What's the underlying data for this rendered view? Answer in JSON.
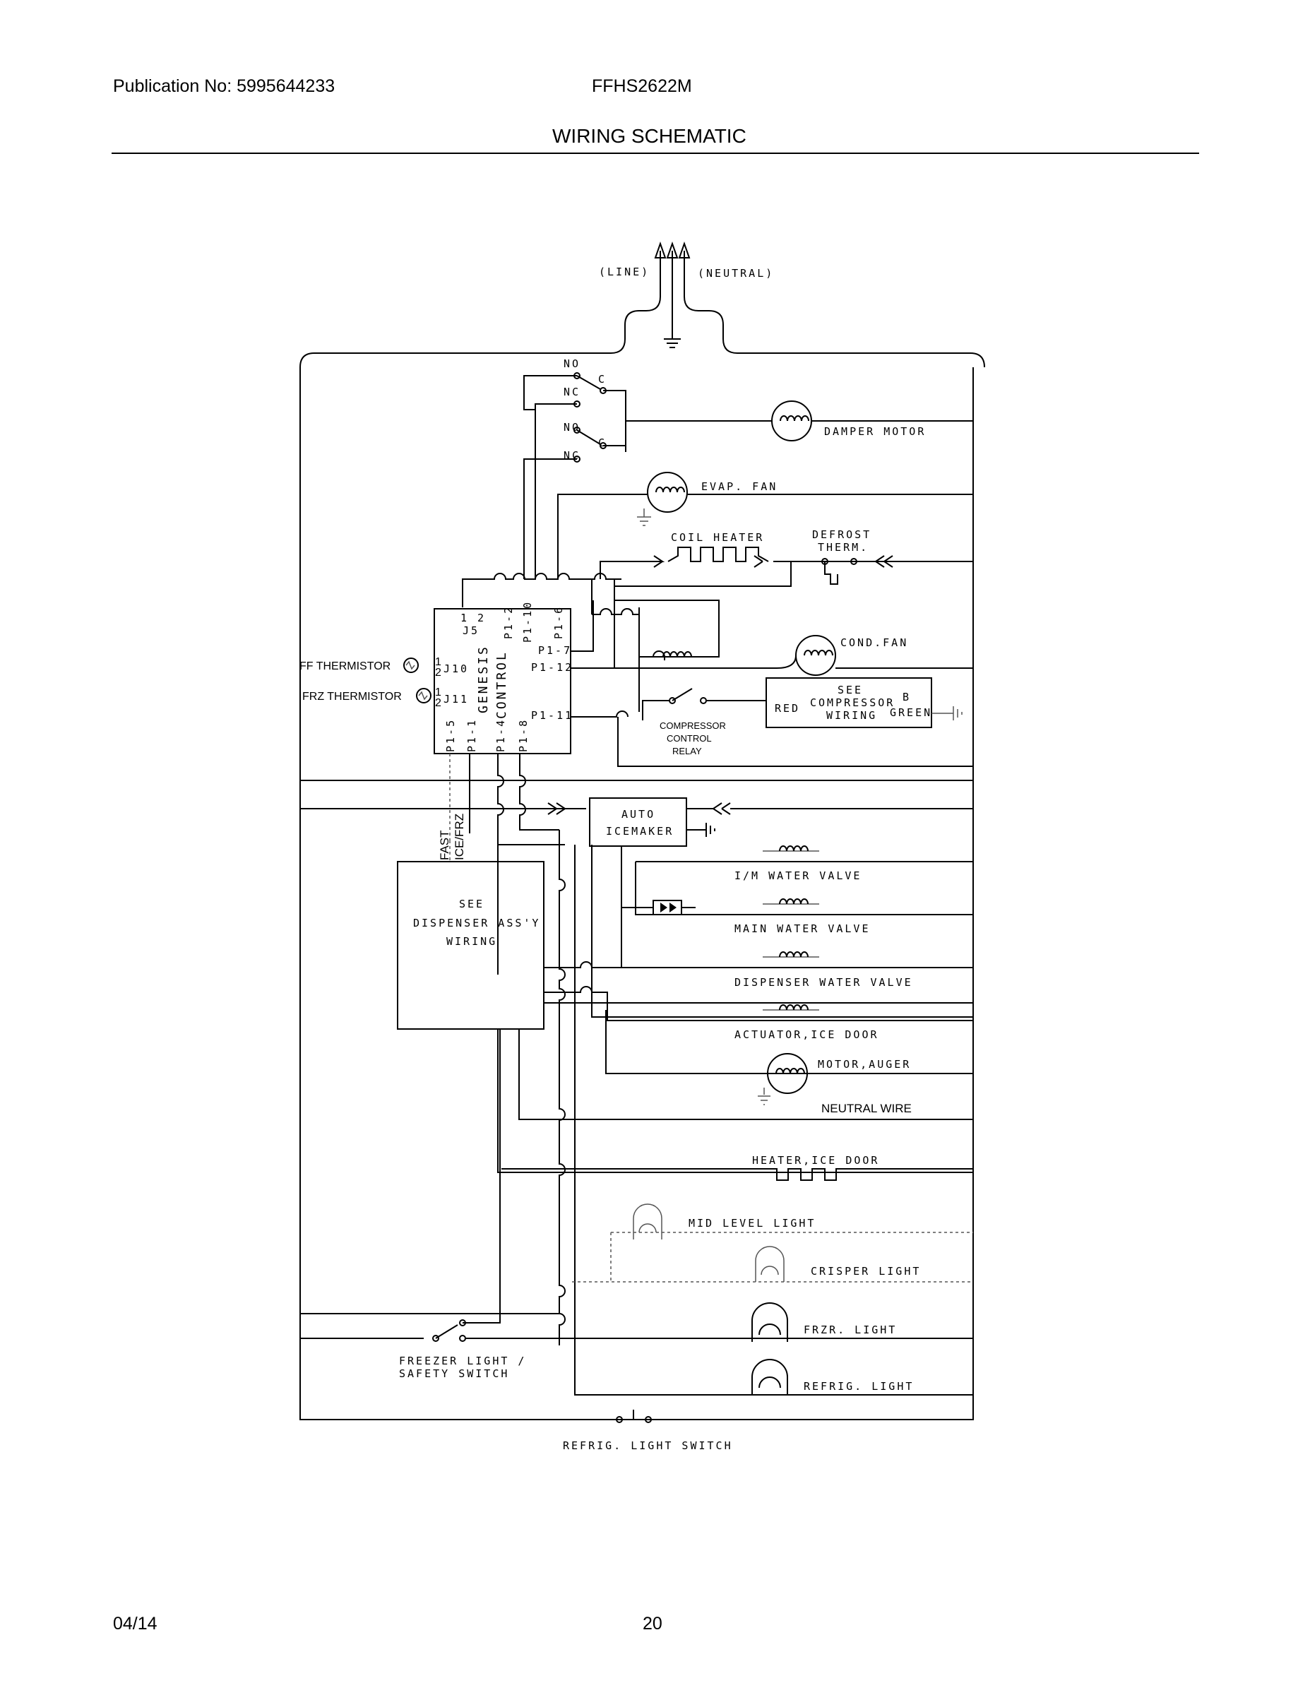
{
  "header": {
    "publication": "Publication No: 5995644233",
    "model": "FFHS2622M",
    "title": "WIRING SCHEMATIC"
  },
  "footer": {
    "date": "04/14",
    "page": "20"
  },
  "diagram": {
    "line": "(LINE)",
    "neutral": "(NEUTRAL)",
    "no": "NO",
    "nc": "NC",
    "c": "C",
    "damper_motor": "DAMPER MOTOR",
    "evap_fan": "EVAP. FAN",
    "coil_heater": "COIL HEATER",
    "defrost_1": "DEFROST",
    "defrost_2": "THERM.",
    "cond_fan": "COND.FAN",
    "j5_pins": "1 2",
    "j5": "J5",
    "p1_2": "P1-2",
    "p1_10": "P1-10",
    "p1_6": "P1-6",
    "p1_7": "P1-7",
    "p1_12": "P1-12",
    "p1_11": "P1-11",
    "p1_5": "P1-5",
    "p1_1": "P1-1",
    "p1_4": "P1-4",
    "p1_8": "P1-8",
    "genesis": "GENESIS",
    "control": "CONTROL",
    "ff_thermistor": "FF THERMISTOR",
    "frz_thermistor": "FRZ THERMISTOR",
    "pin1": "1",
    "pin2": "2",
    "j10": "J10",
    "j11": "J11",
    "see": "SEE",
    "compressor": "COMPRESSOR",
    "wiring": "WIRING",
    "red": "RED",
    "b": "B",
    "green": "GREEN",
    "relay_1": "COMPRESSOR",
    "relay_2": "CONTROL",
    "relay_3": "RELAY",
    "auto": "AUTO",
    "icemaker": "ICEMAKER",
    "fast": "FAST",
    "ice_frz": "ICE/FRZ",
    "disp_1": "SEE",
    "disp_2": "DISPENSER ASS'Y",
    "disp_3": "WIRING",
    "im_water_valve": "I/M WATER VALVE",
    "main_water_valve": "MAIN WATER VALVE",
    "dispenser_water_valve": "DISPENSER WATER VALVE",
    "actuator_ice_door": "ACTUATOR,ICE DOOR",
    "motor_auger": "MOTOR,AUGER",
    "neutral_wire": "NEUTRAL WIRE",
    "heater_ice_door": "HEATER,ICE DOOR",
    "mid_level_light": "MID LEVEL LIGHT",
    "crisper_light": "CRISPER LIGHT",
    "frzr_light": "FRZR. LIGHT",
    "refrig_light": "REFRIG. LIGHT",
    "freezer_switch_1": "FREEZER LIGHT /",
    "freezer_switch_2": "SAFETY SWITCH",
    "refrig_light_switch": "REFRIG. LIGHT SWITCH"
  }
}
